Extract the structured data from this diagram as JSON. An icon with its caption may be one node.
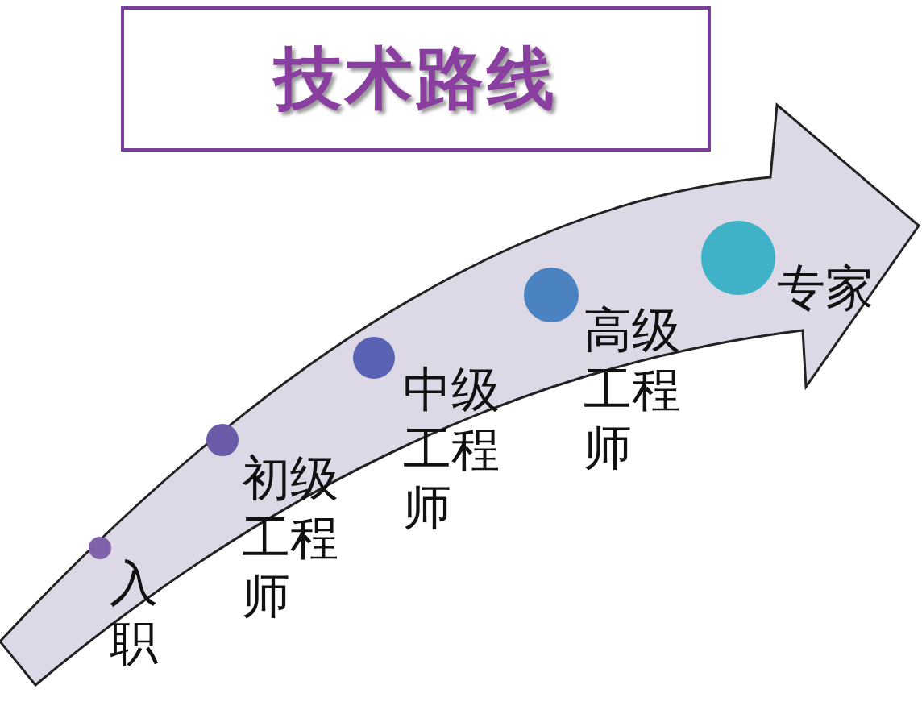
{
  "diagram": {
    "title": "技术路线",
    "nodes": [
      {
        "text": [],
        "shape": "circle",
        "beside": [
          "入职"
        ]
      },
      {
        "text": [],
        "shape": "circle",
        "beside": [
          "初级工程师"
        ]
      },
      {
        "text": [],
        "shape": "circle",
        "beside": [
          "中级工程师"
        ]
      },
      {
        "text": [],
        "shape": "circle",
        "beside": [
          "高级工程师"
        ]
      },
      {
        "text": [],
        "shape": "circle",
        "beside": [
          "专家"
        ]
      }
    ]
  }
}
